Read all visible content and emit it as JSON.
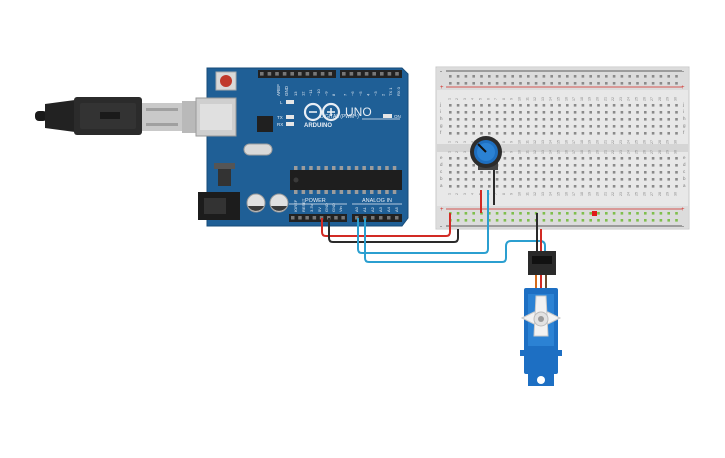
{
  "board": {
    "brand": "ARDUINO",
    "model": "UNO",
    "digital_header": "DIGITAL (PWM~)",
    "aref": "AREF",
    "gnd": "GND",
    "tx": "TX",
    "rx": "RX",
    "led_l": "L",
    "led_on": "ON",
    "ioref": "IOREF",
    "reset": "RESET",
    "v33": "3.3V",
    "v5": "5V",
    "gnd1": "GND",
    "gnd2": "GND",
    "vin": "Vin",
    "power": "POWER",
    "analog_in": "ANALOG IN",
    "a0": "A0",
    "a1": "A1",
    "a2": "A2",
    "a3": "A3",
    "a4": "A4",
    "a5": "A5",
    "digital_pins": [
      "13",
      "12",
      "~11",
      "~10",
      "~9",
      "8",
      "7",
      "~6",
      "~5",
      "4",
      "~3",
      "2",
      "TX 1",
      "RX 0"
    ]
  },
  "breadboard": {
    "row_letters_top": [
      "j",
      "i",
      "h",
      "g",
      "f"
    ],
    "row_letters_bottom": [
      "e",
      "d",
      "c",
      "b",
      "a"
    ],
    "plus": "+",
    "minus": "-"
  },
  "colors": {
    "board_blue": "#1f5f96",
    "wire_red": "#d22a24",
    "wire_black": "#2a2a2a",
    "wire_blue": "#2b9fd0",
    "servo_blue": "#1d6fc3"
  }
}
